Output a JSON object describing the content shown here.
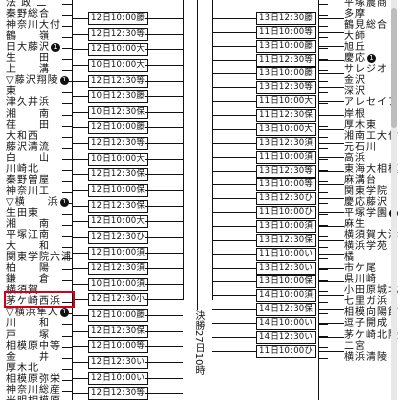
{
  "left_teams": [
    {
      "name": "法 政 二"
    },
    {
      "name": "秦野総合"
    },
    {
      "name": "神奈川大付"
    },
    {
      "name": "鶴　　嶺"
    },
    {
      "name": "日大藤沢",
      "seed": "1"
    },
    {
      "name": "生　　田"
    },
    {
      "name": "上　　溝"
    },
    {
      "name": "藤沢翔陵",
      "seed": "1",
      "mark": "▽"
    },
    {
      "name": "東"
    },
    {
      "name": "津久井浜"
    },
    {
      "name": "湘　　南"
    },
    {
      "name": "荏　　田"
    },
    {
      "name": "大和西"
    },
    {
      "name": "藤沢清流"
    },
    {
      "name": "白　　山"
    },
    {
      "name": "川崎北"
    },
    {
      "name": "秦野曽屋"
    },
    {
      "name": "神奈川工"
    },
    {
      "name": "横　　浜",
      "seed": "1",
      "mark": "▽"
    },
    {
      "name": "生田東"
    },
    {
      "name": "湘　　南"
    },
    {
      "name": "平塚江南"
    },
    {
      "name": "大　　和"
    },
    {
      "name": "関東学院六浦"
    },
    {
      "name": "柏　　陽"
    },
    {
      "name": "鎌　　倉"
    },
    {
      "name": "横須賀"
    },
    {
      "name": "茅ケ崎西浜"
    },
    {
      "name": "横浜隼人",
      "seed": "1",
      "mark": "▽"
    },
    {
      "name": "川　　和"
    },
    {
      "name": "戸　　塚"
    },
    {
      "name": "相模原中等"
    },
    {
      "name": "金　　井"
    },
    {
      "name": "厚木北"
    },
    {
      "name": "相模原弥栄"
    },
    {
      "name": "神奈川総産"
    },
    {
      "name": "光明相模原"
    }
  ],
  "right_teams": [
    {
      "name": "平塚農商"
    },
    {
      "name": "多摩"
    },
    {
      "name": "鶴見総合"
    },
    {
      "name": "大師"
    },
    {
      "name": "旭丘"
    },
    {
      "name": "慶応",
      "seed": "1"
    },
    {
      "name": "サレジオ"
    },
    {
      "name": "金沢"
    },
    {
      "name": "深沢"
    },
    {
      "name": "アレセイア"
    },
    {
      "name": "岸根"
    },
    {
      "name": "厚木東"
    },
    {
      "name": "湘南工大付"
    },
    {
      "name": "元石川"
    },
    {
      "name": "高浜"
    },
    {
      "name": "東海大相模",
      "seed": "1"
    },
    {
      "name": "麻溝台"
    },
    {
      "name": "関東学院"
    },
    {
      "name": "慶応藤沢"
    },
    {
      "name": "平塚学園",
      "seed": "1"
    },
    {
      "name": "麻生"
    },
    {
      "name": "横須賀大津"
    },
    {
      "name": "横浜学苑"
    },
    {
      "name": "橘"
    },
    {
      "name": "市ケ尾"
    },
    {
      "name": "県川崎"
    },
    {
      "name": "小田原城北"
    },
    {
      "name": "七里ガ浜"
    },
    {
      "name": "相模向陽館"
    },
    {
      "name": "逗子開成"
    },
    {
      "name": "茅ケ崎北陵"
    },
    {
      "name": "二宮"
    },
    {
      "name": "横浜清陵"
    }
  ],
  "left_schedule": [
    "12日10:00藤",
    "12日12:30等",
    "12日10:00大",
    "10日10:00大",
    "12日12:30等",
    "10日12:30藤",
    "10日12:30保",
    "12日10:00藤",
    "12日12:30等",
    "10日10:00大",
    "12日12:30保",
    "12日10:00保",
    "12日12:30保",
    "12日10:00大",
    "12日12:30ひ",
    "12日10:00須",
    "12日12:30須",
    "10日10:00須",
    "12日12:30小",
    "12日10:00藤",
    "12日12:30保",
    "12日10:00等",
    "12日12:30い",
    "12日10:00い",
    "12日12:30等"
  ],
  "right_schedule": [
    "13日12:30藤",
    "11日10:00等",
    "13日10:00藤",
    "11日12:30等",
    "13日10:00藤",
    "13日12:30等",
    "11日10:00大",
    "11日12:30保",
    "13日10:00大",
    "13日12:30須",
    "11日10:00須",
    "13日12:30等",
    "13日10:00等",
    "13日12:30ひ",
    "11日10:00ひ",
    "13日10:00須",
    "13日12:30保",
    "11日10:00い",
    "13日12:30い",
    "13日10:00保",
    "14日10:00須",
    "14日12:30保",
    "14日10:00い",
    "14日12:30い",
    "11日10:00ひ"
  ],
  "final_label": "決勝27日10時",
  "final_venue_label": "▽"
}
